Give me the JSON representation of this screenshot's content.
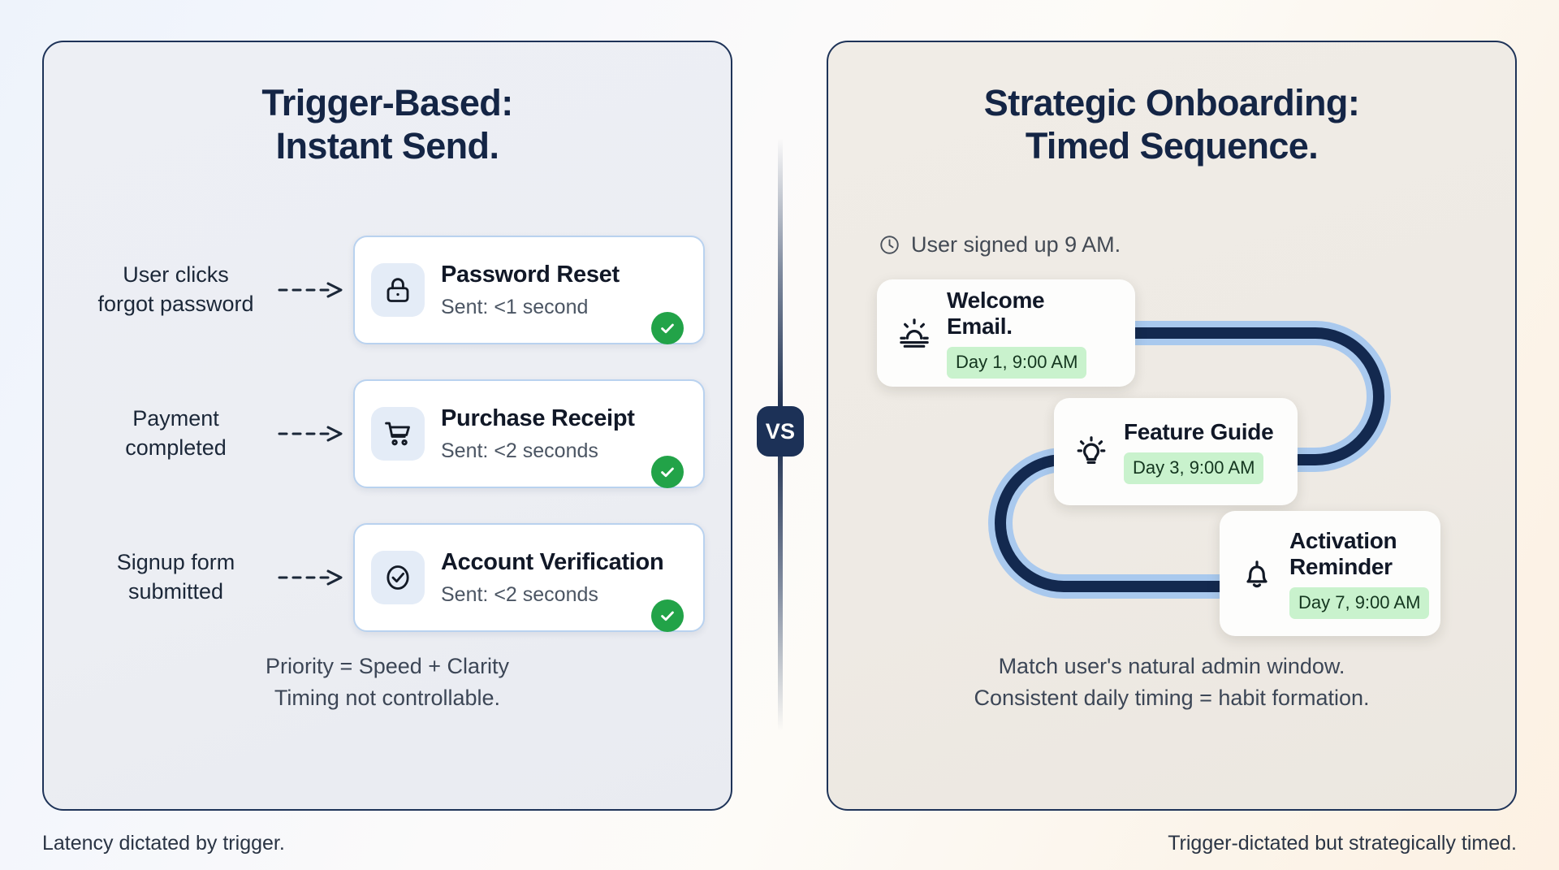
{
  "background": {
    "left_tint": "#eef3fb",
    "right_tint": "#fdf1e3"
  },
  "divider": {
    "vs_label": "VS",
    "badge_color": "#1c3157"
  },
  "left_panel": {
    "name": "trigger-based-panel",
    "title_line1": "Trigger-Based:",
    "title_line2": "Instant Send.",
    "accent_color": "#1e3358",
    "card_border_color": "#b9d2ef",
    "status_color": "#22a348",
    "rows": [
      {
        "trigger_line1": "User clicks",
        "trigger_line2": "forgot password",
        "icon": "lock-icon",
        "title": "Password Reset",
        "subtitle": "Sent: <1 second",
        "status": "check-icon"
      },
      {
        "trigger_line1": "Payment",
        "trigger_line2": "completed",
        "icon": "shopping-cart-icon",
        "title": "Purchase Receipt",
        "subtitle": "Sent: <2 seconds",
        "status": "check-icon"
      },
      {
        "trigger_line1": "Signup form",
        "trigger_line2": "submitted",
        "icon": "check-circle-icon",
        "title": "Account Verification",
        "subtitle": "Sent: <2 seconds",
        "status": "check-icon"
      }
    ],
    "note_line1": "Priority = Speed + Clarity",
    "note_line2": "Timing not controllable.",
    "caption": "Latency dictated by trigger."
  },
  "right_panel": {
    "name": "strategic-onboarding-panel",
    "title_line1": "Strategic Onboarding:",
    "title_line2": "Timed Sequence.",
    "signup_icon": "clock-icon",
    "signup_text": "User signed up 9 AM.",
    "path_color_core": "#13294f",
    "path_color_halo": "#a9c9ee",
    "badge_bg": "#c9f2cd",
    "cards": [
      {
        "icon": "sunrise-icon",
        "title": "Welcome Email.",
        "badge": "Day 1, 9:00 AM"
      },
      {
        "icon": "lightbulb-icon",
        "title": "Feature Guide",
        "badge": "Day 3, 9:00 AM"
      },
      {
        "icon": "bell-icon",
        "title_line1": "Activation",
        "title_line2": "Reminder",
        "badge": "Day 7, 9:00 AM"
      }
    ],
    "note_line1": "Match user's natural admin window.",
    "note_line2": "Consistent daily timing = habit formation.",
    "caption": "Trigger-dictated but strategically timed."
  }
}
